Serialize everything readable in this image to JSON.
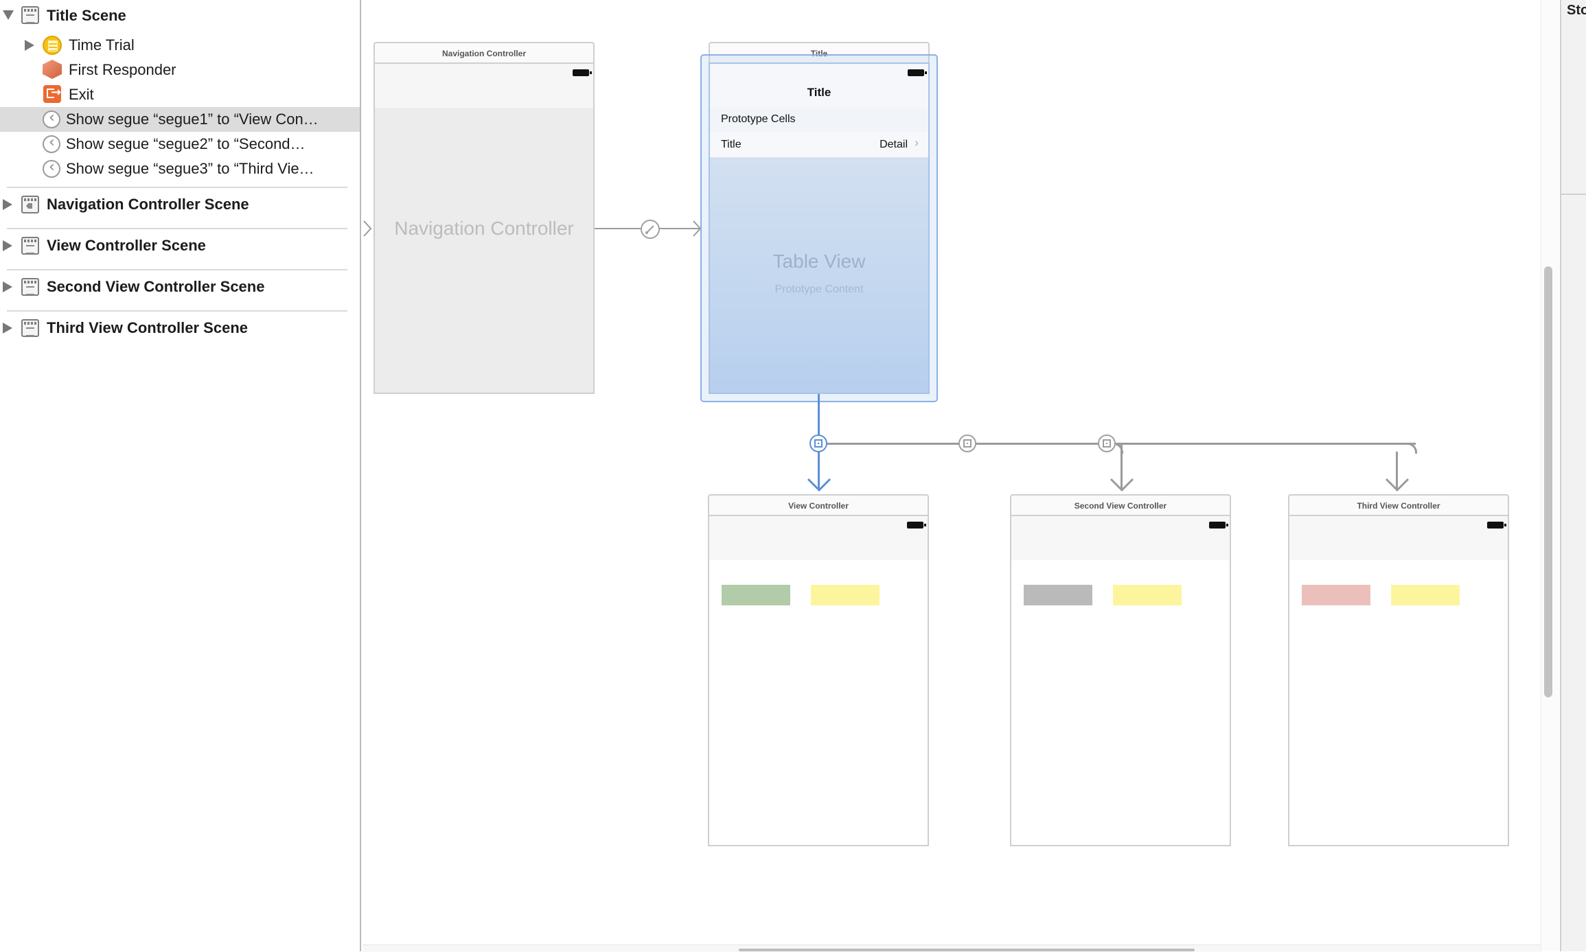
{
  "outline": {
    "title_scene": {
      "label": "Title Scene",
      "children": [
        {
          "label": "Time Trial",
          "icon": "view-controller-icon"
        },
        {
          "label": "First Responder",
          "icon": "first-responder-icon"
        },
        {
          "label": "Exit",
          "icon": "exit-icon"
        },
        {
          "label": "Show segue “segue1” to “View Con…",
          "icon": "segue-icon",
          "selected": true
        },
        {
          "label": "Show segue “segue2” to “Second…",
          "icon": "segue-icon"
        },
        {
          "label": "Show segue “segue3” to “Third Vie…",
          "icon": "segue-icon"
        }
      ]
    },
    "scenes": [
      {
        "label": "Navigation Controller Scene"
      },
      {
        "label": "View Controller Scene"
      },
      {
        "label": "Second View Controller Scene"
      },
      {
        "label": "Third View Controller Scene"
      }
    ]
  },
  "canvas": {
    "nav_controller": {
      "scene_title": "Navigation Controller",
      "placeholder": "Navigation Controller"
    },
    "title_controller": {
      "scene_title": "Title",
      "nav_title": "Title",
      "section_header": "Prototype Cells",
      "cell_title": "Title",
      "cell_detail": "Detail",
      "chevron": "›",
      "placeholder": "Table View",
      "placeholder_sub": "Prototype Content"
    },
    "view_controllers": [
      {
        "scene_title": "View Controller",
        "swatch_left": "#b2cca9",
        "swatch_right": "#fdf59e"
      },
      {
        "scene_title": "Second View Controller",
        "swatch_left": "#bababa",
        "swatch_right": "#fdf59e"
      },
      {
        "scene_title": "Third View Controller",
        "swatch_left": "#ebc0bb",
        "swatch_right": "#fdf59e"
      }
    ]
  },
  "right_panel": {
    "label": "Sto"
  },
  "colors": {
    "selection_blue": "#5b8fd6",
    "connector_gray": "#9a9a9a"
  }
}
